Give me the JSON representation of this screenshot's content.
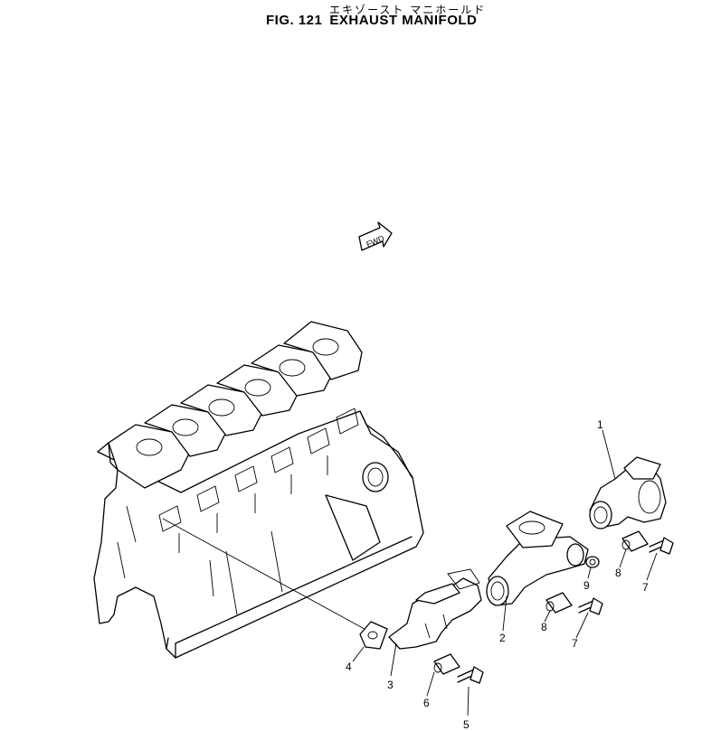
{
  "header": {
    "jp_title": "エキゾースト マニホールド",
    "fig_number": "FIG. 121",
    "fig_title": "EXHAUST MANIFOLD"
  },
  "fwd_label": "FWD",
  "callouts": [
    {
      "id": "1",
      "label": "1"
    },
    {
      "id": "2",
      "label": "2"
    },
    {
      "id": "3",
      "label": "3"
    },
    {
      "id": "4",
      "label": "4"
    },
    {
      "id": "5",
      "label": "5"
    },
    {
      "id": "6",
      "label": "6"
    },
    {
      "id": "7a",
      "label": "7"
    },
    {
      "id": "7b",
      "label": "7"
    },
    {
      "id": "8a",
      "label": "8"
    },
    {
      "id": "8b",
      "label": "8"
    },
    {
      "id": "9",
      "label": "9"
    }
  ]
}
